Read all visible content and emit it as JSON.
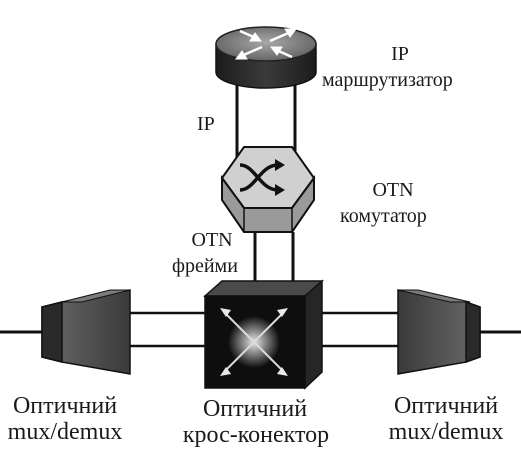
{
  "diagram": {
    "router": {
      "label_line1": "IP",
      "label_line2": "маршрутизатор",
      "icon": "router-icon"
    },
    "link_ip_label": "IP",
    "otn_switch": {
      "label_line1": "OTN",
      "label_line2": "комутатор",
      "icon": "switch-icon"
    },
    "otn_frames": {
      "label_line1": "OTN",
      "label_line2": "фрейми"
    },
    "cross_connect": {
      "label_line1": "Оптичний",
      "label_line2": "крос-конектор",
      "icon": "cross-connect-icon"
    },
    "left_mux": {
      "label_line1": "Оптичний",
      "label_line2": "mux/demux",
      "icon": "mux-demux-icon"
    },
    "right_mux": {
      "label_line1": "Оптичний",
      "label_line2": "mux/demux",
      "icon": "mux-demux-icon"
    },
    "colors": {
      "router_body": "#2e2e2e",
      "router_top": "#8a8a8a",
      "switch_face": "#c4c4c4",
      "cube_face": "#0e0e0e",
      "mux_face": "#4a4a4a",
      "line": "#111111"
    }
  }
}
